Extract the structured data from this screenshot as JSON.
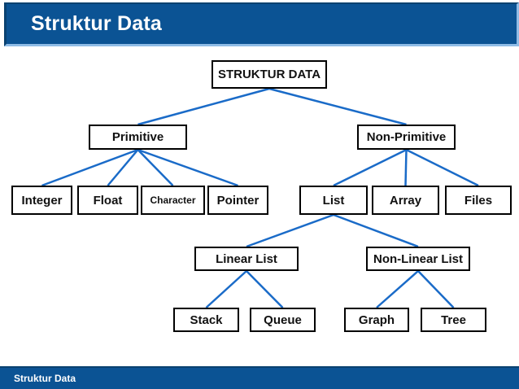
{
  "header": {
    "title": "Struktur Data"
  },
  "footer": {
    "label": "Struktur Data"
  },
  "colors": {
    "bar_blue": "#0B5394",
    "bar_border_dark": "#0A4270",
    "bar_border_light": "#8FBCE6",
    "connector_blue": "#1A6BC8",
    "node_border": "#000000",
    "node_bg": "#FFFFFF"
  },
  "diagram": {
    "type": "tree",
    "title": "STRUKTUR DATA",
    "nodes": [
      {
        "id": "struktur-data",
        "label": "STRUKTUR DATA",
        "level": 0
      },
      {
        "id": "primitive",
        "label": "Primitive",
        "level": 1
      },
      {
        "id": "non-primitive",
        "label": "Non-Primitive",
        "level": 1
      },
      {
        "id": "integer",
        "label": "Integer",
        "level": 2
      },
      {
        "id": "float",
        "label": "Float",
        "level": 2
      },
      {
        "id": "character",
        "label": "Character",
        "level": 2
      },
      {
        "id": "pointer",
        "label": "Pointer",
        "level": 2
      },
      {
        "id": "list",
        "label": "List",
        "level": 2
      },
      {
        "id": "array",
        "label": "Array",
        "level": 2
      },
      {
        "id": "files",
        "label": "Files",
        "level": 2
      },
      {
        "id": "linear-list",
        "label": "Linear List",
        "level": 3
      },
      {
        "id": "non-linear-list",
        "label": "Non-Linear List",
        "level": 3
      },
      {
        "id": "stack",
        "label": "Stack",
        "level": 4
      },
      {
        "id": "queue",
        "label": "Queue",
        "level": 4
      },
      {
        "id": "graph",
        "label": "Graph",
        "level": 4
      },
      {
        "id": "tree",
        "label": "Tree",
        "level": 4
      }
    ],
    "edges": [
      [
        "struktur-data",
        "primitive"
      ],
      [
        "struktur-data",
        "non-primitive"
      ],
      [
        "primitive",
        "integer"
      ],
      [
        "primitive",
        "float"
      ],
      [
        "primitive",
        "character"
      ],
      [
        "primitive",
        "pointer"
      ],
      [
        "non-primitive",
        "list"
      ],
      [
        "non-primitive",
        "array"
      ],
      [
        "non-primitive",
        "files"
      ],
      [
        "list",
        "linear-list"
      ],
      [
        "list",
        "non-linear-list"
      ],
      [
        "linear-list",
        "stack"
      ],
      [
        "linear-list",
        "queue"
      ],
      [
        "non-linear-list",
        "graph"
      ],
      [
        "non-linear-list",
        "tree"
      ]
    ]
  }
}
